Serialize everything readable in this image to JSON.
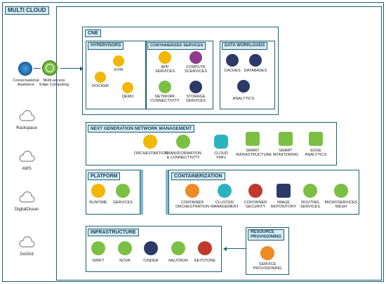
{
  "title": "MULTI CLOUD",
  "sidebar": {
    "conversational": "Conversational\nAssitance",
    "edge": "Multi-access\nEdge Computing",
    "clouds": [
      "Rackspace",
      "AWS",
      "DigitalOcean",
      "GoGrid"
    ]
  },
  "cne": {
    "title": "CNE",
    "hypervisors": {
      "title": "HYPERVISORS",
      "items": [
        "KVM",
        "DOCKER",
        "QEMU"
      ]
    },
    "containerized": {
      "title": "CONTAINERIZED SERVICES",
      "items": [
        "APP\nSERVICES",
        "COMPUTE\nSCERVICES",
        "NETWORK\nCONNECTIVITY",
        "STORAGE\nSERVICES"
      ]
    },
    "data": {
      "title": "DATA WORKLOADS",
      "items": [
        "CACHES",
        "DATABASES",
        "ANALYTICS"
      ]
    }
  },
  "ngnm": {
    "title": "NEXT GENERATION NETWORK MANAGEMENT",
    "items": [
      "ORCHESTARTION",
      "TRANSFORMATION\n& CONNECTIVITY",
      "CLOUD\nVNFs",
      "SMART\nINFRASTRUCTURE",
      "SMART\nMONITORING",
      "EDGE\nANALYTICS"
    ]
  },
  "platform": {
    "title": "PLATFORM",
    "items": [
      "RUNTIME",
      "SERVICES"
    ]
  },
  "containerization": {
    "title": "CONTAINERIZATION",
    "items": [
      "CONTAINER\nORCHESTRATION",
      "CLUSTER\nMANAGEMENT",
      "CONTAINER\nSECURITY",
      "IMAGE\nREPOSITORY",
      "ROUTING\nSERVICES",
      "MICROSERVICES\nMESH"
    ]
  },
  "infrastructure": {
    "title": "INFRASTRUCTURE",
    "items": [
      "SWIFT",
      "NOVA",
      "CINDER",
      "NEUTRON",
      "KEYSTONE"
    ]
  },
  "resource": {
    "title": "RESOURCE\nPROVISIONING",
    "item": "SERVICE\nPROVISIONING"
  },
  "colors": {
    "frame": "#1b5e73",
    "header_fill": "#d6ebf5",
    "yellow": "#f2b705",
    "green": "#7bc043",
    "teal": "#2bb3c0",
    "purple": "#8e3a8e",
    "navy": "#2b3a67",
    "orange": "#f08a24",
    "red": "#c0392b"
  }
}
